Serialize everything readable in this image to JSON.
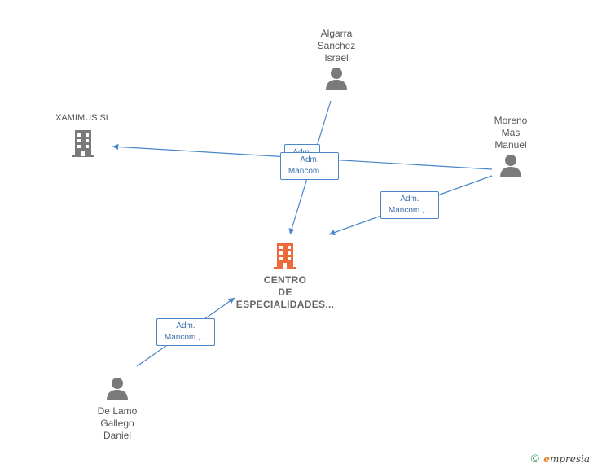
{
  "nodes": {
    "algarra": {
      "label": "Algarra\nSanchez\nIsrael"
    },
    "xamimus": {
      "label": "XAMIMUS  SL"
    },
    "moreno": {
      "label": "Moreno\nMas\nManuel"
    },
    "centro": {
      "label": "CENTRO\nDE\nESPECIALIDADES..."
    },
    "delamo": {
      "label": "De Lamo\nGallego\nDaniel"
    }
  },
  "edges": {
    "ghost": {
      "line1": "Adm.",
      "line2": ""
    },
    "algarra_centro": {
      "line1": "Adm.",
      "line2": "Mancom.,..."
    },
    "moreno_centro": {
      "line1": "Adm.",
      "line2": "Mancom.,..."
    },
    "delamo_centro": {
      "line1": "Adm.",
      "line2": "Mancom.,..."
    }
  },
  "footer": {
    "copyright": "©",
    "brand_e": "e",
    "brand_rest": "mpresia"
  },
  "colors": {
    "edge": "#4a86c8",
    "person": "#7a7a7a",
    "company": "#7a7a7a",
    "center": "#ef6a3a"
  }
}
